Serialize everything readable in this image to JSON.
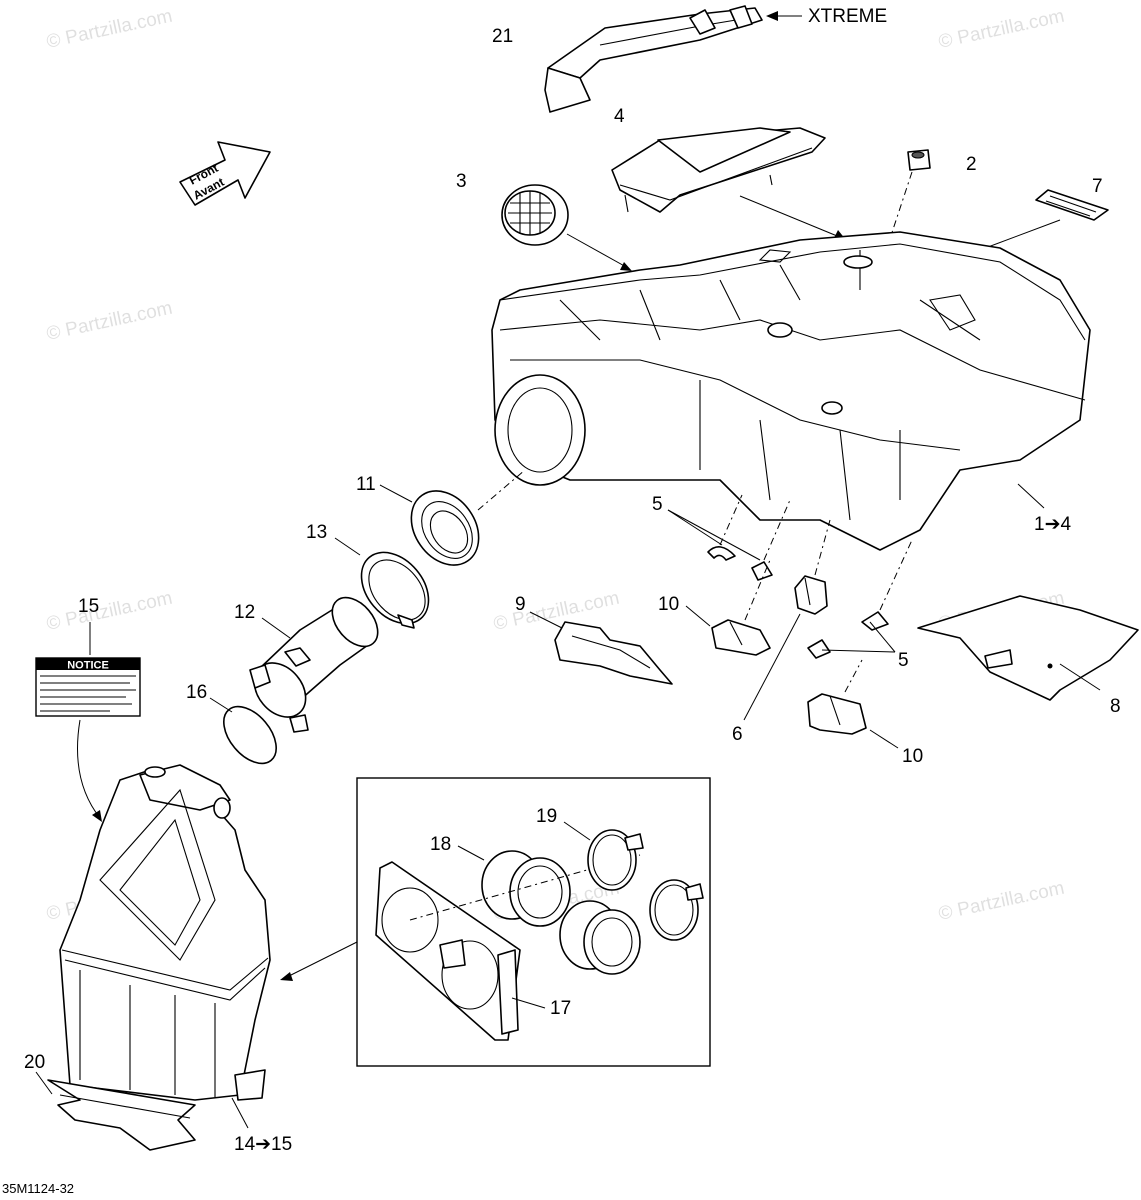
{
  "diagram": {
    "callouts": [
      {
        "id": "21",
        "text": "21"
      },
      {
        "id": "xtreme",
        "text": "XTREME"
      },
      {
        "id": "4",
        "text": "4"
      },
      {
        "id": "2",
        "text": "2"
      },
      {
        "id": "3",
        "text": "3"
      },
      {
        "id": "7",
        "text": "7"
      },
      {
        "id": "11",
        "text": "11"
      },
      {
        "id": "13",
        "text": "13"
      },
      {
        "id": "5a",
        "text": "5"
      },
      {
        "id": "1to4",
        "text": "1➔4"
      },
      {
        "id": "15",
        "text": "15"
      },
      {
        "id": "12",
        "text": "12"
      },
      {
        "id": "9",
        "text": "9"
      },
      {
        "id": "10a",
        "text": "10"
      },
      {
        "id": "5b",
        "text": "5"
      },
      {
        "id": "8",
        "text": "8"
      },
      {
        "id": "16",
        "text": "16"
      },
      {
        "id": "6",
        "text": "6"
      },
      {
        "id": "10b",
        "text": "10"
      },
      {
        "id": "19",
        "text": "19"
      },
      {
        "id": "18",
        "text": "18"
      },
      {
        "id": "17",
        "text": "17"
      },
      {
        "id": "20",
        "text": "20"
      },
      {
        "id": "14to15",
        "text": "14➔15"
      }
    ],
    "direction_arrow": {
      "line1": "Front",
      "line2": "Avant"
    },
    "notice_label": {
      "title": "NOTICE"
    },
    "watermark_text": "© Partzilla.com",
    "figure_code": "35M1124-32"
  },
  "colors": {
    "line": "#000000",
    "background": "#ffffff",
    "watermark": "#000000"
  }
}
